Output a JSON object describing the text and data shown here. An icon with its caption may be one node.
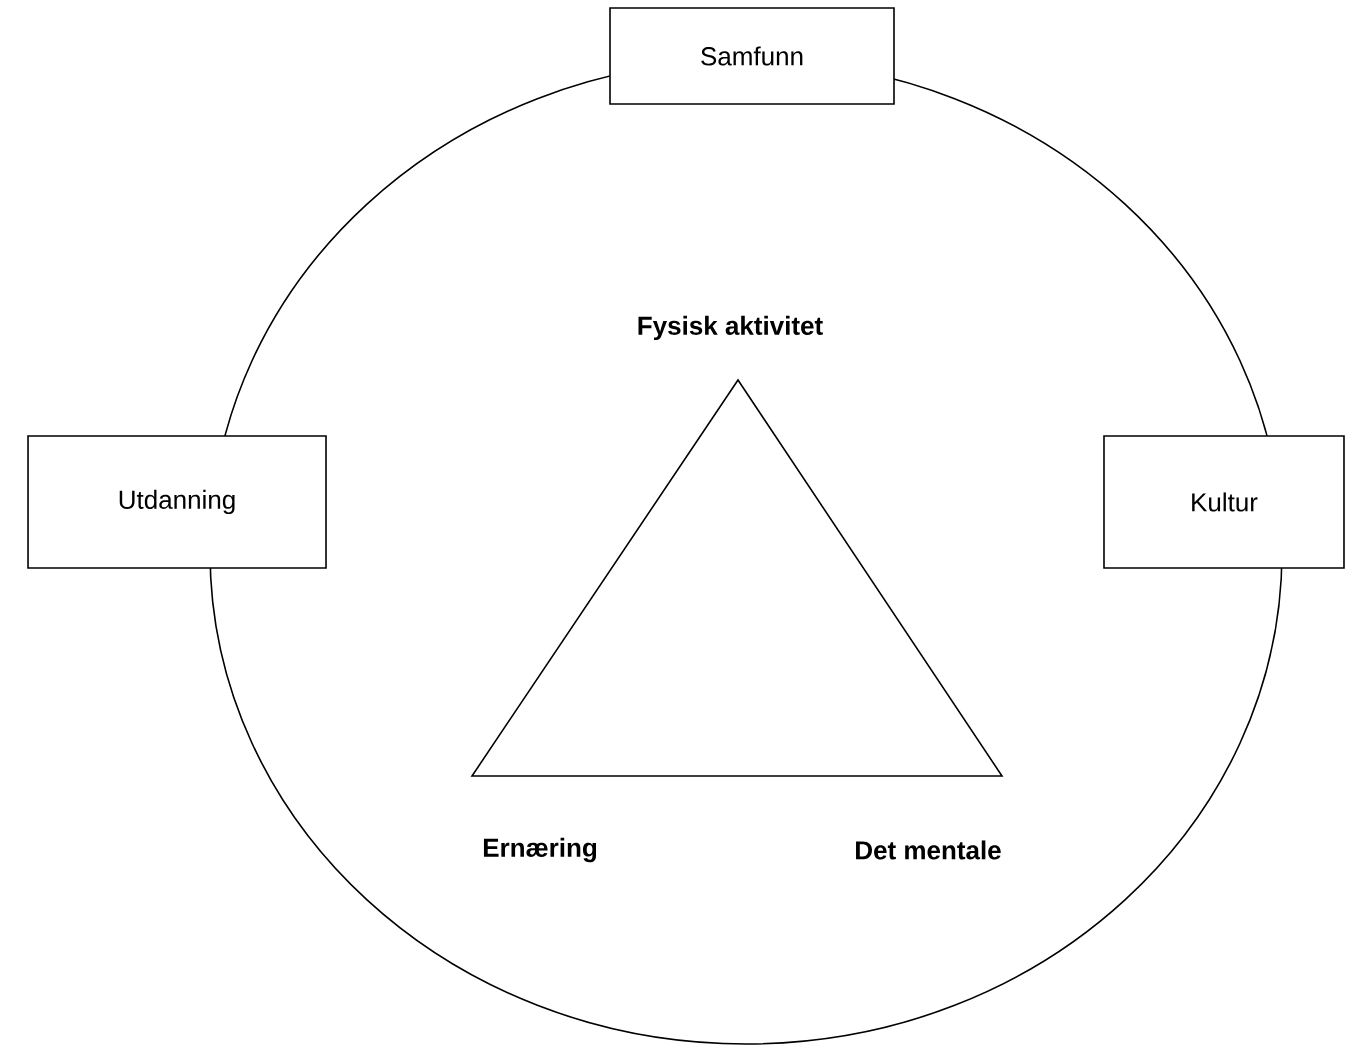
{
  "diagram": {
    "nodes": [
      {
        "text": [
          "Samfunn"
        ]
      },
      {
        "text": [
          "Utdanning"
        ]
      },
      {
        "text": [
          "Kultur"
        ]
      }
    ],
    "labels": [
      "Fysisk aktivitet",
      "Ernæring",
      "Det mentale"
    ]
  }
}
